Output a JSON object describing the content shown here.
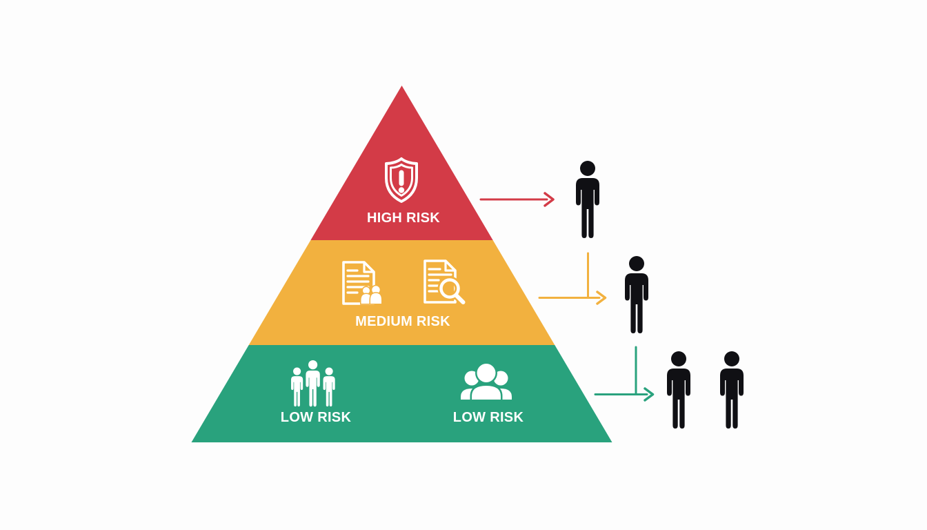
{
  "background_color": "#fdfdfd",
  "figure_color": "#101014",
  "icon_color": "#ffffff",
  "diagram_type": "risk-pyramid",
  "levels": [
    {
      "name": "high-risk",
      "label": "HIGH RISK",
      "color": "#d33b47",
      "icons": [
        "shield-alert-icon"
      ],
      "people_count": 1
    },
    {
      "name": "medium-risk",
      "label": "MEDIUM RISK",
      "color": "#f2b13f",
      "icons": [
        "document-people-icon",
        "document-search-icon"
      ],
      "people_count": 1
    },
    {
      "name": "low-risk",
      "label": "LOW RISK",
      "label_right": "LOW RISK",
      "color": "#29a27d",
      "icons": [
        "three-people-icon",
        "people-group-icon"
      ],
      "people_count": 2
    }
  ]
}
